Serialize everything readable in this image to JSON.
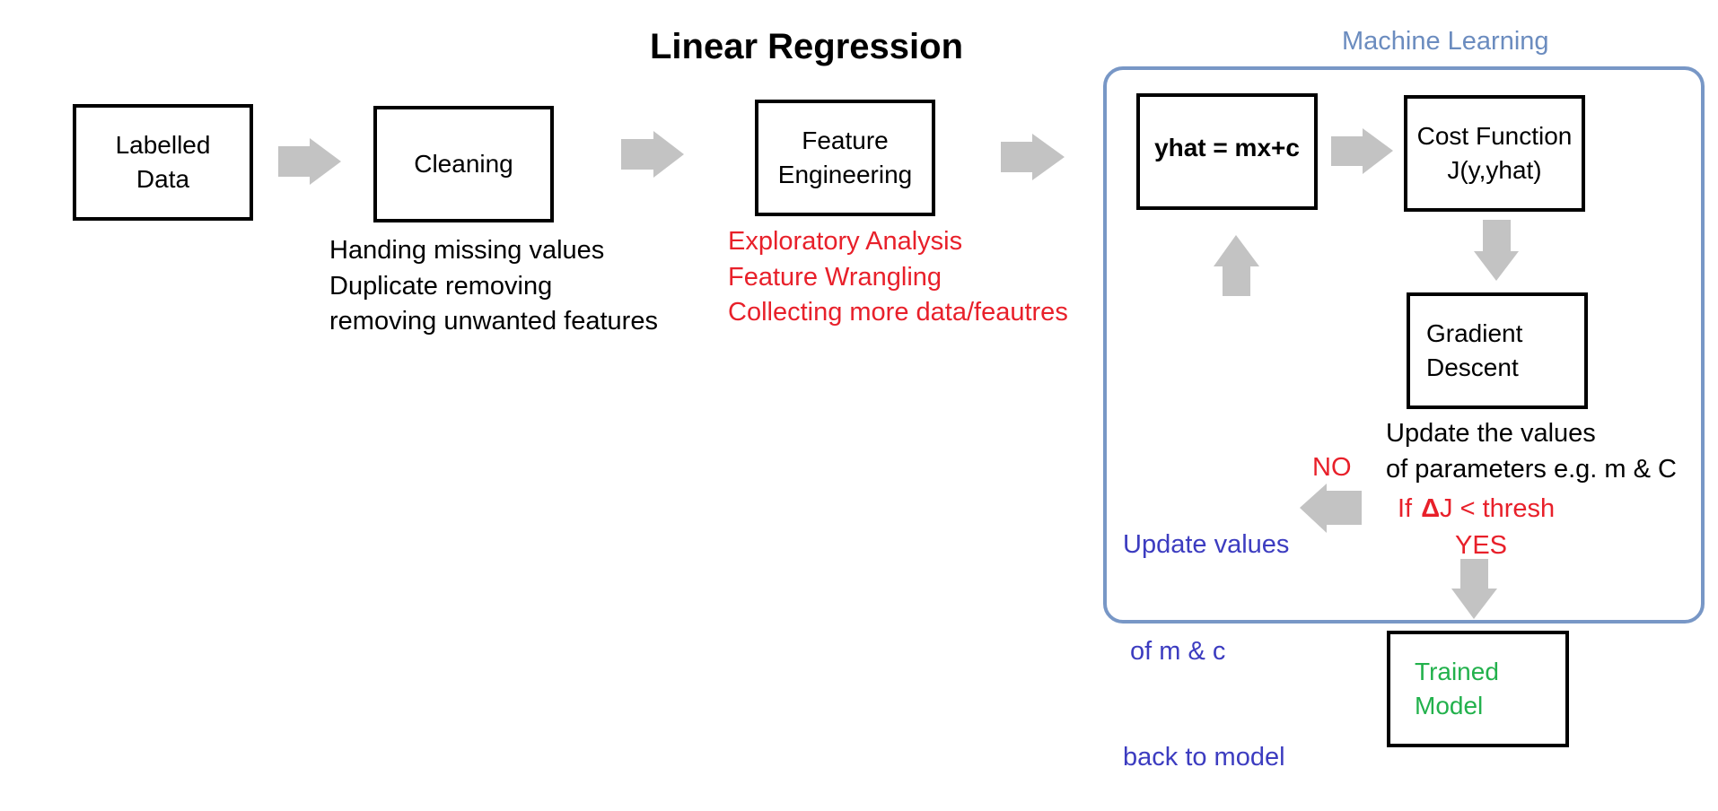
{
  "title": "Linear Regression",
  "ml_label": "Machine Learning",
  "boxes": {
    "labelled_data": [
      "Labelled",
      "Data"
    ],
    "cleaning": "Cleaning",
    "feature_engineering": [
      "Feature",
      "Engineering"
    ],
    "model": "yhat = mx+c",
    "cost_function": [
      "Cost Function",
      "J(y,yhat)"
    ],
    "gradient_descent": [
      "Gradient",
      "Descent"
    ],
    "trained_model": [
      "Trained",
      "Model"
    ]
  },
  "notes": {
    "cleaning": [
      "Handing missing values",
      "Duplicate removing",
      "removing unwanted features"
    ],
    "feature_engineering": [
      "Exploratory Analysis",
      "Feature Wrangling",
      "Collecting more data/feautres"
    ],
    "update_params": [
      "Update the values",
      "of parameters e.g. m & C"
    ],
    "condition_prefix": "If",
    "delta_symbol": "Δ",
    "condition_suffix": "J < thresh",
    "yes": "YES",
    "no": "NO",
    "update_model": [
      "Update values",
      " of m & c",
      "back to model"
    ]
  },
  "colors": {
    "arrow": "#c3c3c3",
    "frame": "#7897c6",
    "red_text": "#e8202a",
    "blue_text": "#3c3cc0",
    "green_text": "#22b14c"
  }
}
